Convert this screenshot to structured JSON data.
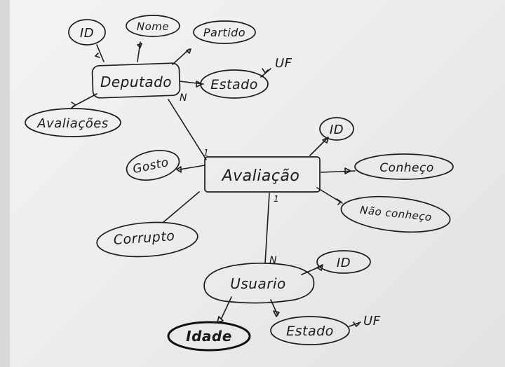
{
  "entities": {
    "deputado": "Deputado",
    "avaliacao": "Avaliação",
    "usuario": "Usuario"
  },
  "deputado_attrs": {
    "id": "ID",
    "nome": "Nome",
    "partido": "Partido",
    "estado": "Estado",
    "estado_uf": "UF",
    "avaliacoes": "Avaliações"
  },
  "avaliacao_attrs": {
    "id": "ID",
    "gosto": "Gosto",
    "conheco": "Conheço",
    "nao_conheco": "Não conheço",
    "corrupto": "Corrupto"
  },
  "usuario_attrs": {
    "id": "ID",
    "idade": "Idade",
    "estado": "Estado",
    "estado_uf": "UF"
  },
  "cardinality": {
    "deputado_side": "N",
    "avaliacao_top": "1",
    "avaliacao_bottom": "1",
    "usuario_side": "N"
  }
}
